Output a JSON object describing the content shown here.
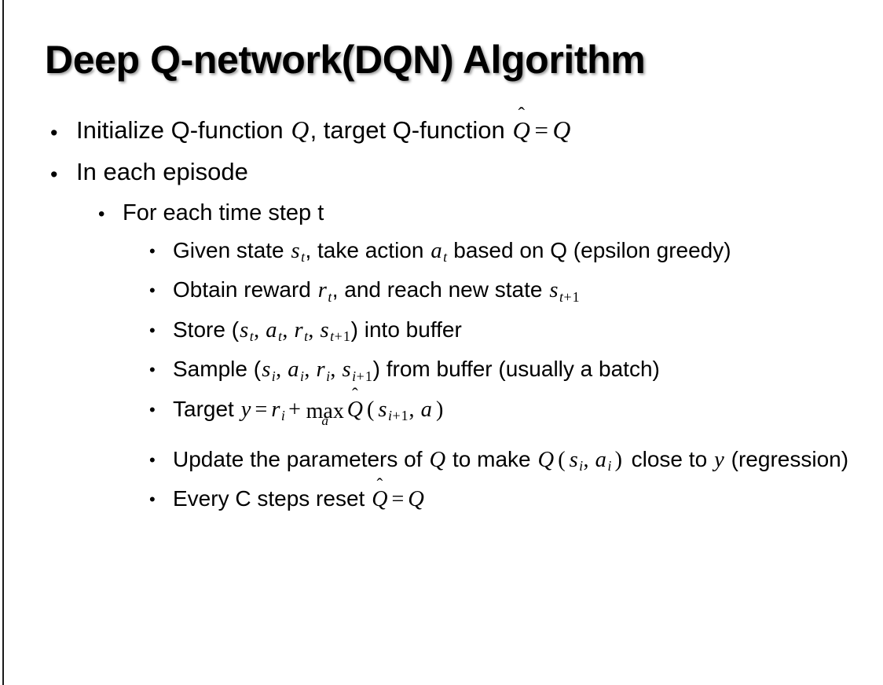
{
  "slide": {
    "title": "Deep Q-network(DQN) Algorithm",
    "background_color": "#ffffff",
    "text_color": "#000000",
    "accent_rule_color": "#1a1a1a",
    "bullet_glyph": "•"
  },
  "bullets": {
    "b1": {
      "level": 1,
      "text_before": "Initialize Q-function ",
      "var_q1": "Q",
      "text_mid": ", target Q-function ",
      "hat_q": "Q",
      "hat_mark": "̂",
      "eq": "=",
      "var_q2": "Q"
    },
    "b2": {
      "level": 1,
      "text": "In each episode"
    },
    "b3": {
      "level": 2,
      "text": "For each time step t"
    },
    "b4": {
      "level": 3,
      "text_1": "Given state ",
      "s": "s",
      "s_sub": "t",
      "text_2": ", take action ",
      "a": "a",
      "a_sub": "t",
      "text_3": " based on Q (epsilon greedy)"
    },
    "b5": {
      "level": 3,
      "text_1": "Obtain reward ",
      "r": "r",
      "r_sub": "t",
      "text_2": ", and reach new state ",
      "s": "s",
      "s_sub_var": "t",
      "s_sub_op": "+",
      "s_sub_num": "1"
    },
    "b6": {
      "level": 3,
      "text_1": "Store (",
      "s1": "s",
      "s1_sub": "t",
      "sep1": ", ",
      "a1": "a",
      "a1_sub": "t",
      "sep2": ", ",
      "r1": "r",
      "r1_sub": "t",
      "sep3": ", ",
      "s2": "s",
      "s2_sub_var": "t",
      "s2_sub_op": "+",
      "s2_sub_num": "1",
      "text_2": ") into buffer"
    },
    "b7": {
      "level": 3,
      "text_1": "Sample (",
      "s1": "s",
      "s1_sub": "i",
      "sep1": ", ",
      "a1": "a",
      "a1_sub": "i",
      "sep2": ", ",
      "r1": "r",
      "r1_sub": "i",
      "sep3": ", ",
      "s2": "s",
      "s2_sub_var": "i",
      "s2_sub_op": "+",
      "s2_sub_num": "1",
      "text_2": ") from buffer (usually a batch)"
    },
    "b8": {
      "level": 3,
      "text_1": "Target ",
      "y": "y",
      "eq": "=",
      "r": "r",
      "r_sub": "i",
      "plus": "+",
      "op": "max",
      "op_under": "a",
      "hat_q": "Q",
      "hat_mark": "̂",
      "paren_open": "(",
      "s": "s",
      "s_sub_var": "i",
      "s_sub_op": "+",
      "s_sub_num": "1",
      "comma": ", ",
      "a": "a",
      "paren_close": ")"
    },
    "b9": {
      "level": 3,
      "text_1": "Update the parameters of ",
      "q1": "Q",
      "text_2": " to make ",
      "q2": "Q",
      "paren_open": "(",
      "s": "s",
      "s_sub": "i",
      "comma": ", ",
      "a": "a",
      "a_sub": "i",
      "paren_close": ")",
      "text_3": " close to ",
      "y": "y",
      "text_4": " (regression)"
    },
    "b10": {
      "level": 3,
      "text_1": "Every C steps reset ",
      "hat_q": "Q",
      "hat_mark": "̂",
      "eq": "=",
      "q": "Q"
    }
  }
}
